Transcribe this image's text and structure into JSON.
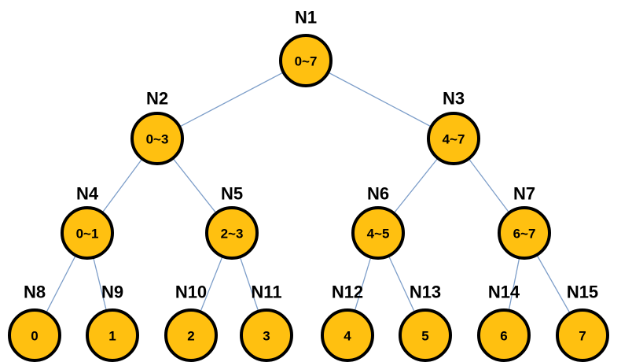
{
  "diagram": {
    "type": "binary-tree",
    "description": "Segment tree over range 0~7 with 15 nodes",
    "colors": {
      "background": "#ffffff",
      "node_fill": "#FFC010",
      "node_border": "#000000",
      "edge": "#7D9EC9",
      "text": "#000000"
    },
    "nodes": [
      {
        "id": "N1",
        "label": "N1",
        "value": "0~7"
      },
      {
        "id": "N2",
        "label": "N2",
        "value": "0~3"
      },
      {
        "id": "N3",
        "label": "N3",
        "value": "4~7"
      },
      {
        "id": "N4",
        "label": "N4",
        "value": "0~1"
      },
      {
        "id": "N5",
        "label": "N5",
        "value": "2~3"
      },
      {
        "id": "N6",
        "label": "N6",
        "value": "4~5"
      },
      {
        "id": "N7",
        "label": "N7",
        "value": "6~7"
      },
      {
        "id": "N8",
        "label": "N8",
        "value": "0"
      },
      {
        "id": "N9",
        "label": "N9",
        "value": "1"
      },
      {
        "id": "N10",
        "label": "N10",
        "value": "2"
      },
      {
        "id": "N11",
        "label": "N11",
        "value": "3"
      },
      {
        "id": "N12",
        "label": "N12",
        "value": "4"
      },
      {
        "id": "N13",
        "label": "N13",
        "value": "5"
      },
      {
        "id": "N14",
        "label": "N14",
        "value": "6"
      },
      {
        "id": "N15",
        "label": "N15",
        "value": "7"
      }
    ],
    "edges": [
      [
        "N1",
        "N2"
      ],
      [
        "N1",
        "N3"
      ],
      [
        "N2",
        "N4"
      ],
      [
        "N2",
        "N5"
      ],
      [
        "N3",
        "N6"
      ],
      [
        "N3",
        "N7"
      ],
      [
        "N4",
        "N8"
      ],
      [
        "N4",
        "N9"
      ],
      [
        "N5",
        "N10"
      ],
      [
        "N5",
        "N11"
      ],
      [
        "N6",
        "N12"
      ],
      [
        "N6",
        "N13"
      ],
      [
        "N7",
        "N14"
      ],
      [
        "N7",
        "N15"
      ]
    ]
  }
}
